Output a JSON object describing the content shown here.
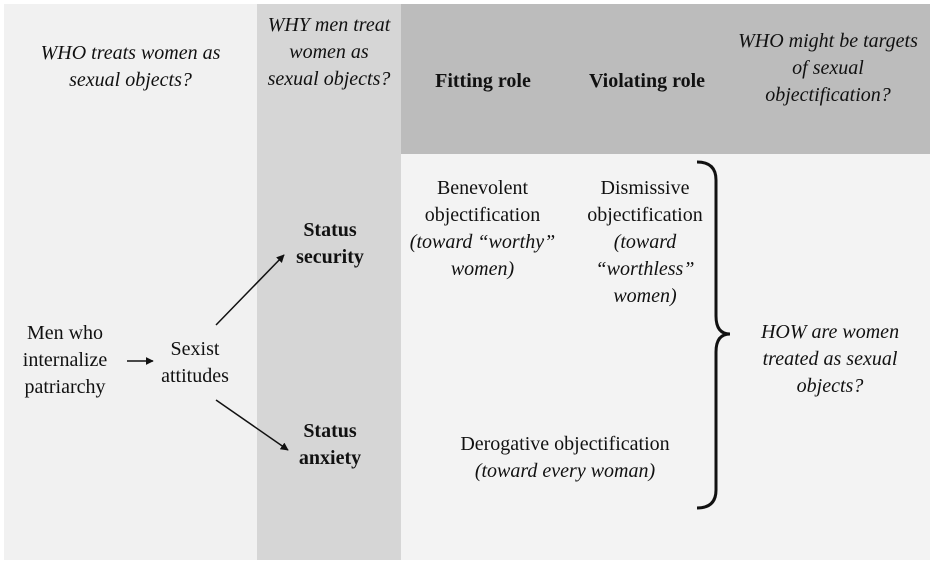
{
  "colors": {
    "left_panel": "#f1f1f1",
    "why_column": "#d6d6d6",
    "header_band": "#bcbcbc",
    "right_panel": "#f3f3f3",
    "text": "#111111"
  },
  "headers": {
    "who_treats": "WHO treats women as sexual objects?",
    "why_men": "WHY men treat women as sexual objects?",
    "fitting_role": "Fitting role",
    "violating_role": "Violating role",
    "who_targets": "WHO might be targets of sexual objectification?"
  },
  "nodes": {
    "men_who": "Men who internalize patriarchy",
    "sexist_attitudes": "Sexist attitudes",
    "status_security": "Status security",
    "status_anxiety": "Status anxiety"
  },
  "outcomes": {
    "benevolent": {
      "label": "Benevolent objectification",
      "target": "(toward “worthy” women)"
    },
    "dismissive": {
      "label": "Dismissive objectification",
      "target": "(toward “worthless” women)"
    },
    "derogative": {
      "label": "Derogative objectification",
      "target": "(toward every woman)"
    }
  },
  "how_question": "HOW are women treated as sexual objects?"
}
